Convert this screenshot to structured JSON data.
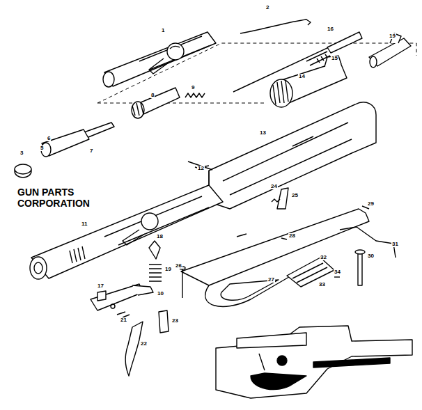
{
  "diagram": {
    "labels": [
      "1",
      "2",
      "16",
      "19",
      "15",
      "14",
      "9",
      "8",
      "6",
      "5",
      "3",
      "7",
      "13",
      "12",
      "11",
      "18",
      "19",
      "10",
      "17",
      "21",
      "22",
      "23",
      "24",
      "25",
      "26",
      "27",
      "28",
      "29",
      "30",
      "31",
      "32",
      "33",
      "34",
      "GUN PARTS CORPORATION"
    ]
  }
}
